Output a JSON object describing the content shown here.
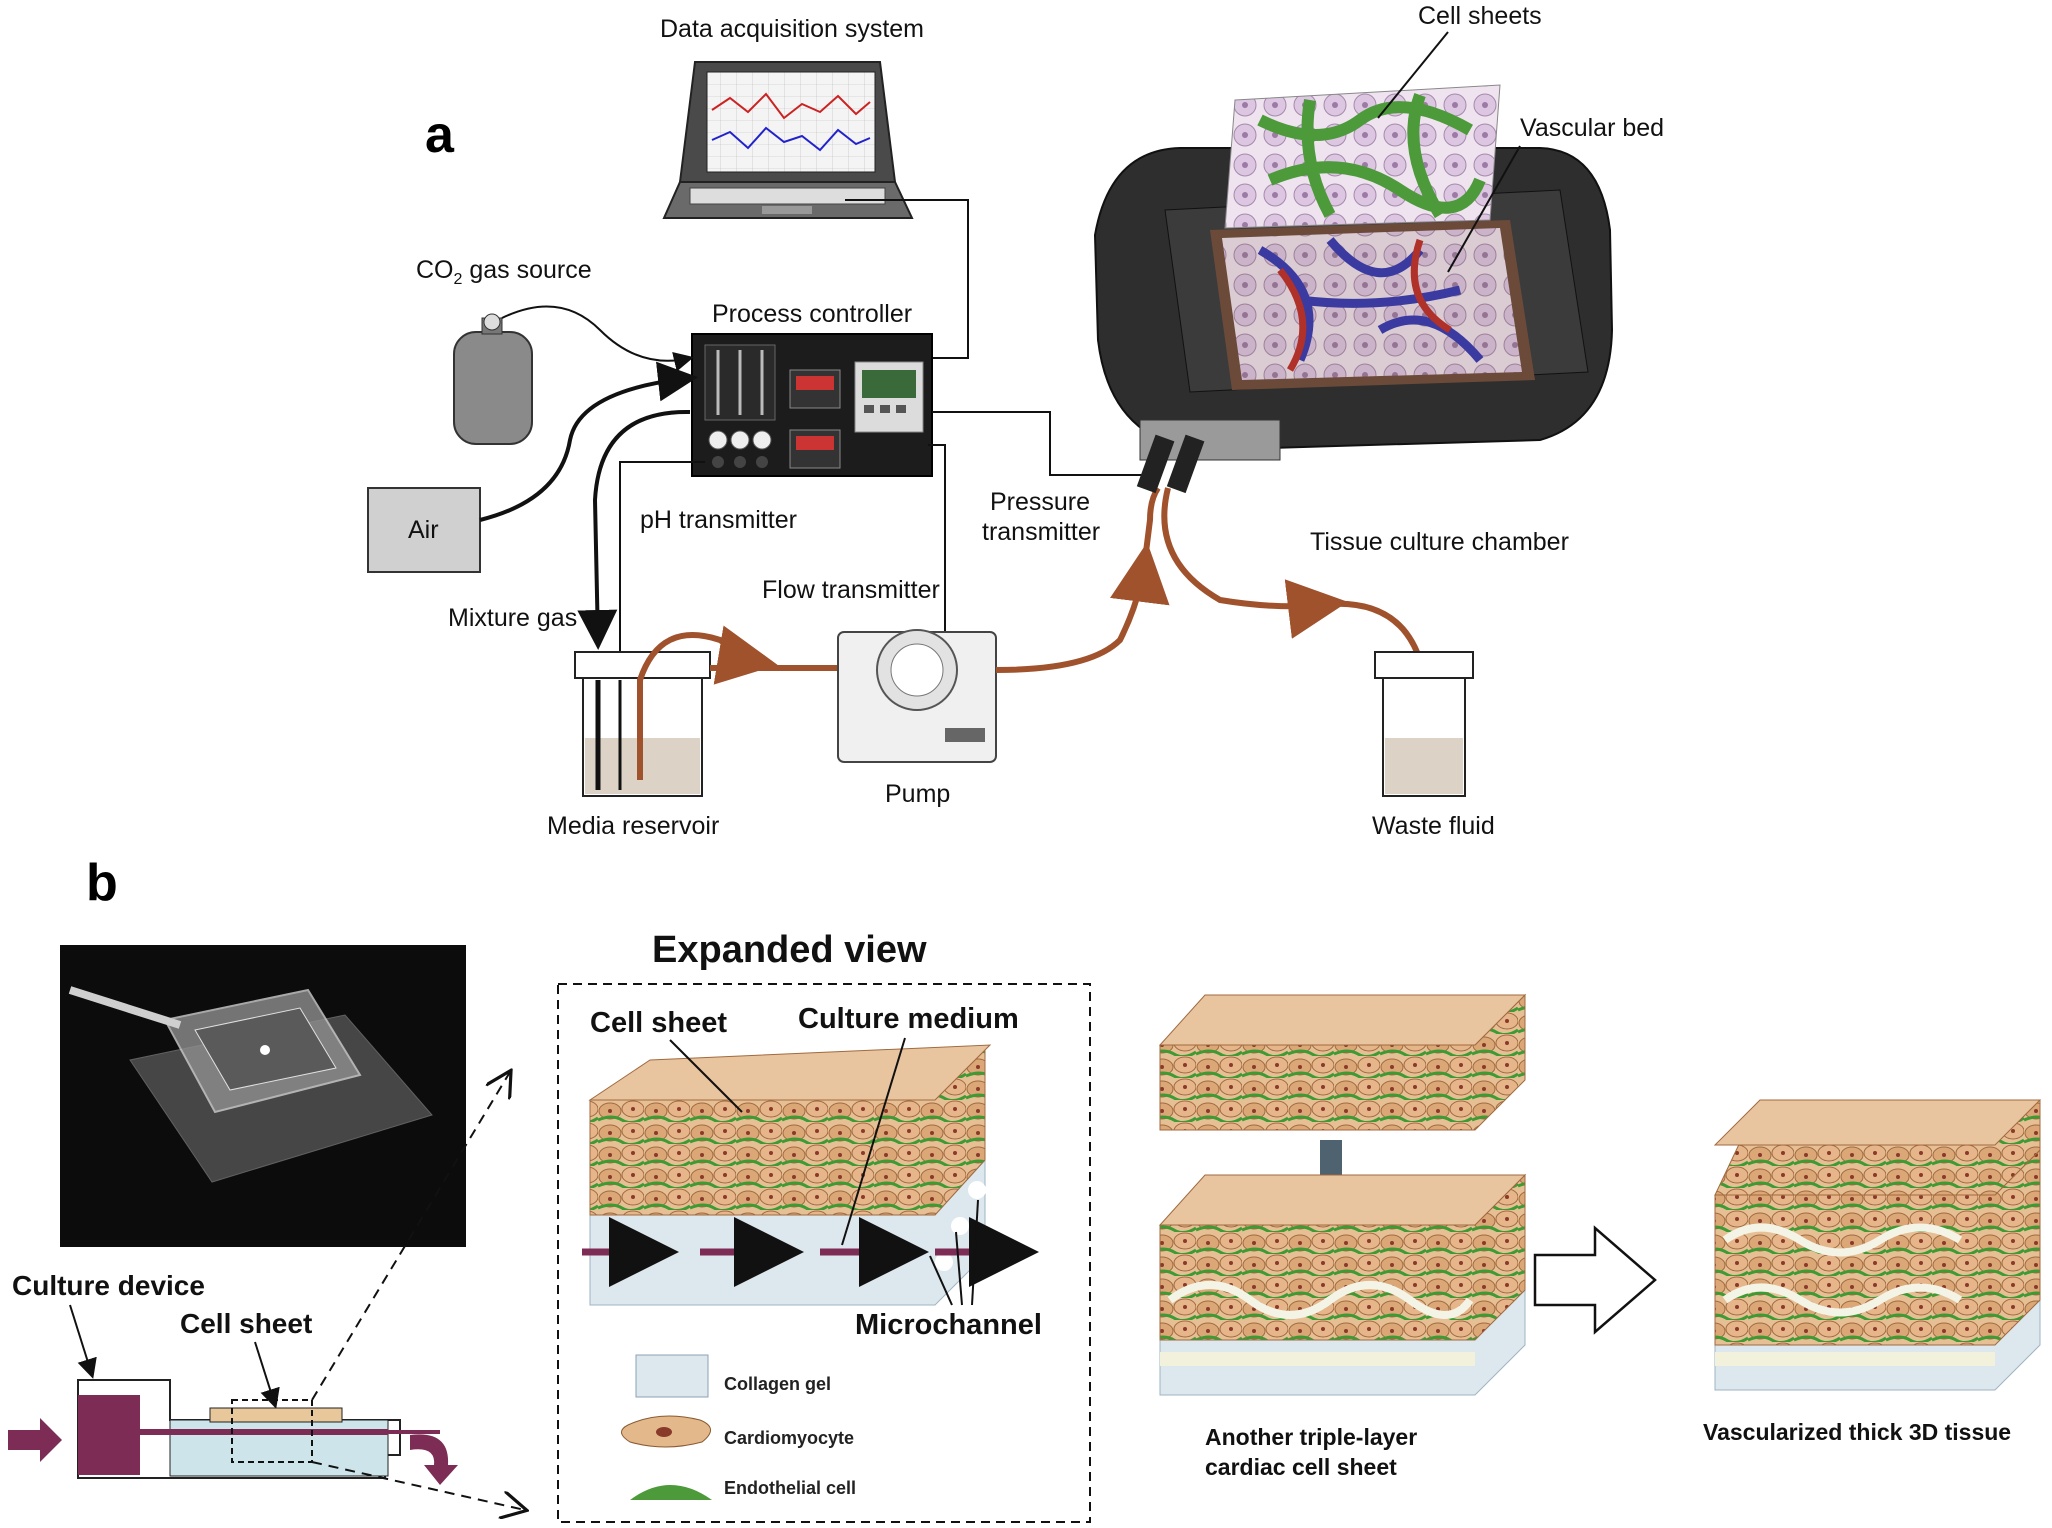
{
  "panels": {
    "a": "a",
    "b": "b"
  },
  "a": {
    "data_acquisition": "Data acquisition system",
    "cell_sheets": "Cell sheets",
    "vascular_bed": "Vascular bed",
    "co2_main": "CO",
    "co2_sub": "2",
    "co2_rest": " gas source",
    "process_controller": "Process controller",
    "air": "Air",
    "ph_transmitter": "pH transmitter",
    "pressure_1": "Pressure",
    "pressure_2": "transmitter",
    "tissue_chamber": "Tissue culture chamber",
    "flow_transmitter": "Flow transmitter",
    "mixture_gas": "Mixture gas",
    "pump": "Pump",
    "media_reservoir": "Media reservoir",
    "waste_fluid": "Waste fluid"
  },
  "b": {
    "expanded_view": "Expanded view",
    "cell_sheet": "Cell sheet",
    "culture_medium": "Culture medium",
    "microchannel": "Microchannel",
    "culture_device": "Culture device",
    "cell_sheet_device": "Cell sheet",
    "legend": {
      "collagen": "Collagen gel",
      "cardiomyocyte": "Cardiomyocyte",
      "endothelial": "Endothelial cell"
    },
    "another_1": "Another triple-layer",
    "another_2": "cardiac cell sheet",
    "vascularized": "Vascularized thick 3D tissue"
  },
  "colors": {
    "tube": "#a0522d",
    "gas_line": "#111111",
    "collagen": "#dde7ee",
    "cardiomyocyte": "#e3b98c",
    "endothelial": "#4c9a3a",
    "flow_arrow": "#7d2d55"
  }
}
